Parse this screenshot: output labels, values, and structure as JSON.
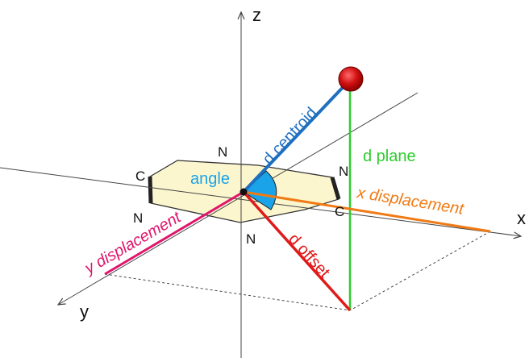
{
  "axes": {
    "z": "z",
    "x": "x",
    "y": "y"
  },
  "ring_atoms": {
    "n_top": "N",
    "c_left": "C",
    "n_right": "N",
    "n_left": "N",
    "c_right": "C",
    "n_bottom": "N"
  },
  "labels": {
    "d_centroid": "d centroid",
    "d_plane": "d plane",
    "angle": "angle",
    "x_displacement": "x displacement",
    "y_displacement": "y displacement",
    "d_offset": "d offset"
  },
  "colors": {
    "d_centroid": "#1f6fc0",
    "d_plane": "#2ecc2e",
    "angle": "#1aa3e8",
    "x_displacement": "#f07a14",
    "y_displacement": "#e0156b",
    "d_offset": "#e01a1a",
    "ring_fill": "#fcf6cf",
    "atom": "#d01010"
  }
}
